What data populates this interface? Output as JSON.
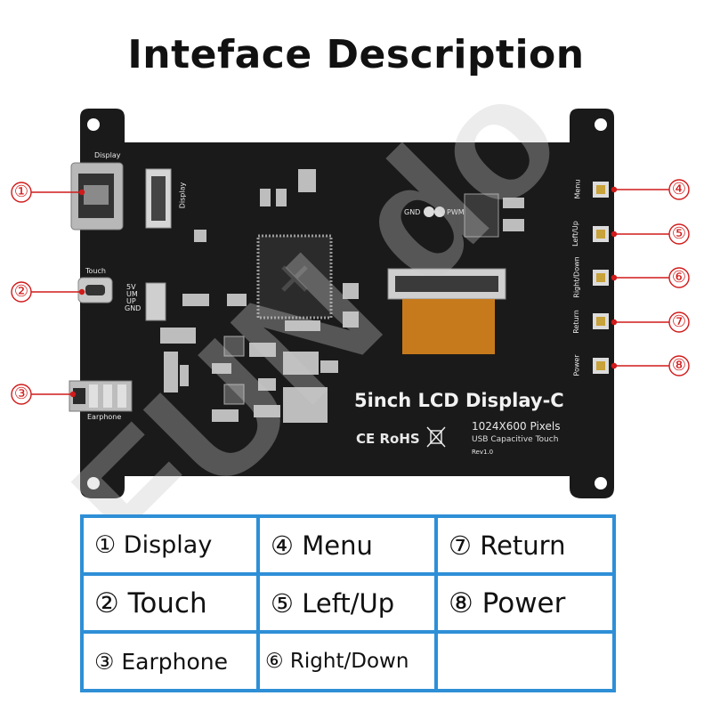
{
  "title": "Inteface  Description",
  "watermark": "FUN    do",
  "board": {
    "labels": {
      "display": "Display",
      "display_vert": "Display",
      "touch": "Touch",
      "earphone": "Earphone",
      "pins": [
        "5V",
        "UM",
        "UP",
        "GND"
      ],
      "gnd": "GND",
      "pwm": "PWM",
      "buttons": [
        "Menu",
        "Left/Up",
        "Right/Down",
        "Return",
        "Power"
      ],
      "product": "5inch LCD Display-C",
      "resolution": "1024X600 Pixels",
      "touch_type": "USB Capacitive Touch",
      "rev": "Rev1.0",
      "cert": "CE RoHS"
    },
    "colors": {
      "pcb": "#1a1a1a",
      "callout": "#d11a1a",
      "fpc": "#c77a1c"
    }
  },
  "callouts": [
    "①",
    "②",
    "③",
    "④",
    "⑤",
    "⑥",
    "⑦",
    "⑧"
  ],
  "legend": {
    "rows": [
      [
        "① Display",
        "④  Menu",
        "⑦  Return"
      ],
      [
        "② Touch",
        "⑤  Left/Up",
        "⑧  Power"
      ],
      [
        "③ Earphone",
        "⑥ Right/Down",
        ""
      ]
    ]
  }
}
